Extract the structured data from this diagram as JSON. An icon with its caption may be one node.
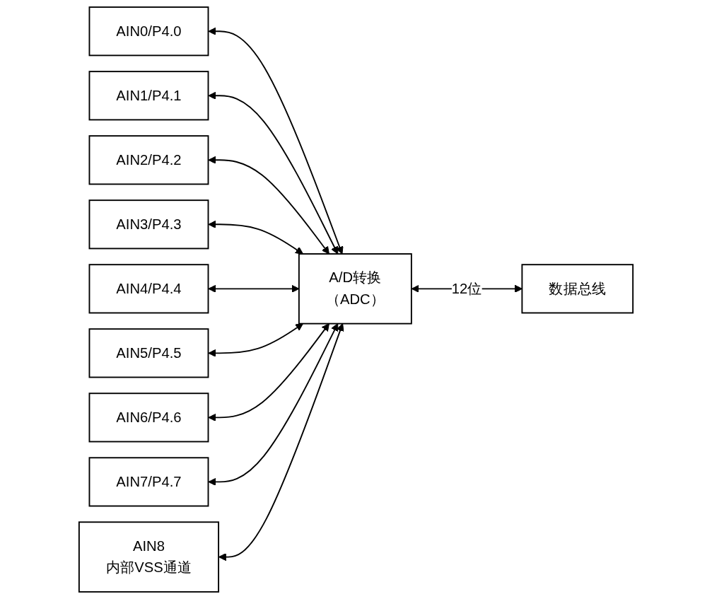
{
  "diagram": {
    "nodes": [
      {
        "text": [
          "AIN0/P4.0"
        ]
      },
      {
        "text": [
          "AIN1/P4.1"
        ]
      },
      {
        "text": [
          "AIN2/P4.2"
        ]
      },
      {
        "text": [
          "AIN3/P4.3"
        ]
      },
      {
        "text": [
          "AIN4/P4.4"
        ]
      },
      {
        "text": [
          "AIN5/P4.5"
        ]
      },
      {
        "text": [
          "AIN6/P4.6"
        ]
      },
      {
        "text": [
          "AIN7/P4.7"
        ]
      },
      {
        "text": [
          "AIN8",
          "内部VSS通道"
        ]
      },
      {
        "text": [
          "A/D转换",
          "（ADC）"
        ]
      },
      {
        "text": [
          "数据总线"
        ]
      }
    ],
    "edges": [
      {
        "from": 0,
        "to": 9,
        "arrow": "both"
      },
      {
        "from": 1,
        "to": 9,
        "arrow": "both"
      },
      {
        "from": 2,
        "to": 9,
        "arrow": "both"
      },
      {
        "from": 3,
        "to": 9,
        "arrow": "both"
      },
      {
        "from": 4,
        "to": 9,
        "arrow": "both"
      },
      {
        "from": 5,
        "to": 9,
        "arrow": "both"
      },
      {
        "from": 6,
        "to": 9,
        "arrow": "both"
      },
      {
        "from": 7,
        "to": 9,
        "arrow": "both"
      },
      {
        "from": 8,
        "to": 9,
        "arrow": "both"
      },
      {
        "from": 9,
        "to": 10,
        "arrow": "both",
        "label": "12位"
      }
    ]
  }
}
